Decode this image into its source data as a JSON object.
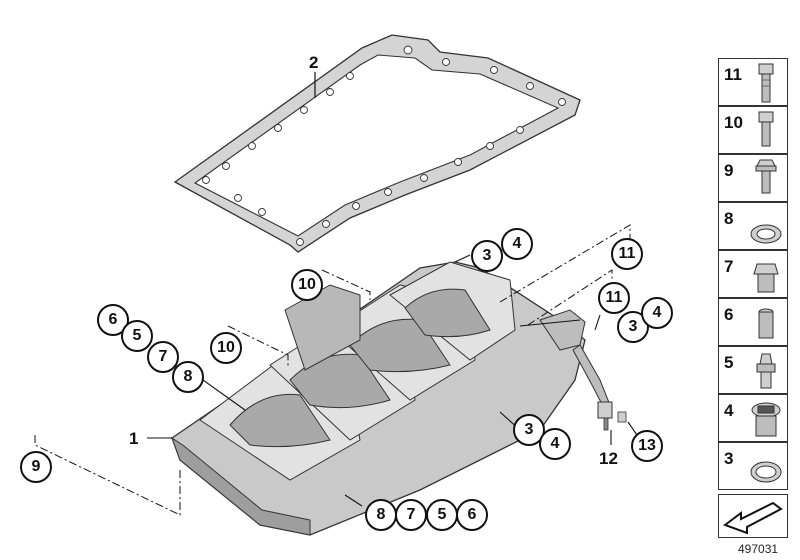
{
  "callouts": {
    "c1": "1",
    "c2": "2",
    "c3a": "3",
    "c4a": "4",
    "c11a": "11",
    "c10a": "10",
    "c11b": "11",
    "c3b": "3",
    "c4b": "4",
    "c6a": "6",
    "c5a": "5",
    "c7a": "7",
    "c8a": "8",
    "c10b": "10",
    "c3c": "3",
    "c4c": "4",
    "c9": "9",
    "c12": "12",
    "c13": "13",
    "c8b": "8",
    "c7b": "7",
    "c5b": "5",
    "c6b": "6"
  },
  "legend": [
    {
      "num": "11",
      "icon": "hex-socket-bolt-long-icon"
    },
    {
      "num": "10",
      "icon": "hex-socket-bolt-icon"
    },
    {
      "num": "9",
      "icon": "hex-flange-bolt-icon"
    },
    {
      "num": "8",
      "icon": "sealing-ring-icon"
    },
    {
      "num": "7",
      "icon": "hex-plug-screw-icon"
    },
    {
      "num": "6",
      "icon": "dowel-sleeve-icon"
    },
    {
      "num": "5",
      "icon": "nipple-fitting-icon"
    },
    {
      "num": "4",
      "icon": "oil-drain-plug-icon"
    },
    {
      "num": "3",
      "icon": "gasket-ring-icon"
    }
  ],
  "ref_code": "497031",
  "colors": {
    "part_fill": "#cfcfcf",
    "part_dark": "#9a9a9a",
    "line": "#111111"
  }
}
